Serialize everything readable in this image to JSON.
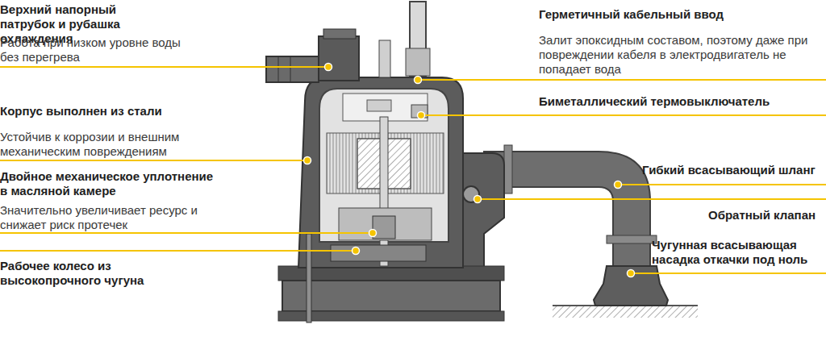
{
  "diagram": {
    "labels": [
      "Верхний напорный патрубок и рубашка охлаждения",
      "Работа при низком уровне воды без перегрева",
      "Корпус выполнен из стали",
      "Устойчив к коррозии и внешним механическим повреждениям",
      "Двойное механическое уплотнение в масляной камере",
      "Значительно увеличивает ресурс и снижает риск протечек",
      "Рабочее колесо из высокопрочного чугуна",
      "Герметичный кабельный ввод",
      "Залит эпоксидным составом, поэтому даже при повреждении кабеля в электродвигатель не попадает вода",
      "Биметаллический термовыключатель",
      "Гибкий всасывающий шланг",
      "Обратный клапан",
      "Чугунная всасывающая насадка откачки под ноль"
    ]
  }
}
